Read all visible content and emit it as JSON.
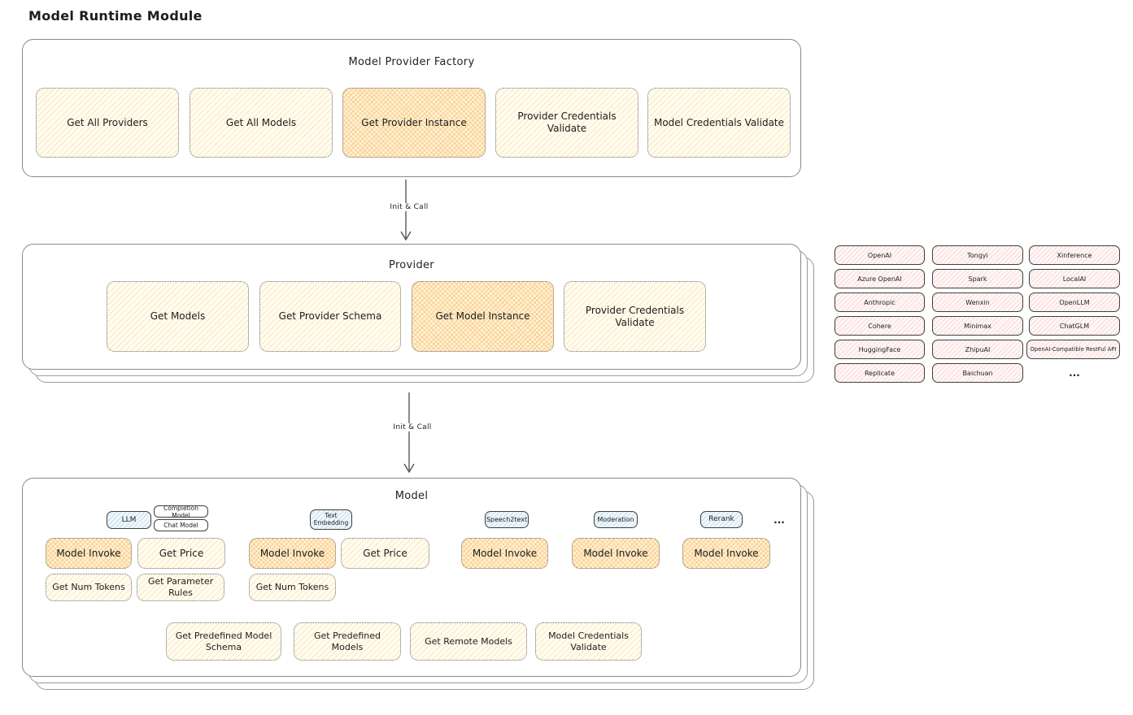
{
  "page_title": "Model Runtime Module",
  "flow": {
    "init_call_1": "Init & Call",
    "init_call_2": "Init & Call"
  },
  "factory": {
    "title": "Model Provider Factory",
    "boxes": [
      {
        "label": "Get All Providers",
        "highlighted": false
      },
      {
        "label": "Get All Models",
        "highlighted": false
      },
      {
        "label": "Get Provider Instance",
        "highlighted": true
      },
      {
        "label": "Provider Credentials Validate",
        "highlighted": false
      },
      {
        "label": "Model Credentials Validate",
        "highlighted": false
      }
    ]
  },
  "provider": {
    "title": "Provider",
    "boxes": [
      {
        "label": "Get Models",
        "highlighted": false
      },
      {
        "label": "Get Provider Schema",
        "highlighted": false
      },
      {
        "label": "Get Model Instance",
        "highlighted": true
      },
      {
        "label": "Provider Credentials Validate",
        "highlighted": false
      }
    ]
  },
  "providers_grid": {
    "rows": [
      [
        "OpenAI",
        "Tongyi",
        "Xinference"
      ],
      [
        "Azure OpenAI",
        "Spark",
        "LocalAI"
      ],
      [
        "Anthropic",
        "Wenxin",
        "OpenLLM"
      ],
      [
        "Cohere",
        "Minimax",
        "ChatGLM"
      ],
      [
        "HuggingFace",
        "ZhipuAI",
        "OpenAI-Compatible RestFul API"
      ],
      [
        "Replicate",
        "Baichuan",
        "..."
      ]
    ]
  },
  "model": {
    "title": "Model",
    "tabs": {
      "llm": "LLM",
      "completion_model": "Completion Model",
      "chat_model": "Chat Model",
      "text_embedding": "Text Embedding",
      "speech2text": "Speech2text",
      "moderation": "Moderation",
      "rerank": "Rerank",
      "more": "..."
    },
    "ops": {
      "model_invoke": "Model Invoke",
      "get_price": "Get Price",
      "get_num_tokens": "Get Num Tokens",
      "get_parameter_rules": "Get Parameter Rules",
      "get_predefined_model_schema": "Get Predefined Model Schema",
      "get_predefined_models": "Get Predefined Models",
      "get_remote_models": "Get Remote Models",
      "model_credentials_validate": "Model Credentials Validate"
    }
  },
  "colors": {
    "yellow_fill": "#fffcf0",
    "orange_fill": "#fff1d5",
    "pink_fill": "#fff7f7",
    "blue_fill": "#f1f8fd",
    "stroke_dark": "#3f3f3f",
    "stroke_gray": "#8a8a8a"
  }
}
